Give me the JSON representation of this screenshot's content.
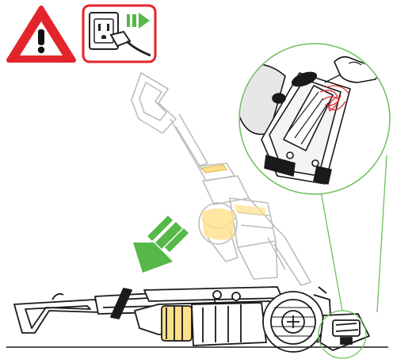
{
  "warnings": {
    "hazard_icon": "warning-triangle-icon",
    "unplug_icon": "unplug-from-outlet-icon"
  },
  "colors": {
    "warning_red": "#e3252b",
    "instruction_green": "#55b848",
    "line_dark": "#1a1a1a",
    "ghost_gray": "#bdbdbd",
    "canister_yellow": "#ffe08a",
    "callout_circle": "#6cbf5a"
  },
  "illustration": {
    "subject": "upright-vacuum-cleaner",
    "states": [
      "upright-ghost",
      "laid-flat"
    ],
    "callout": "brush-bar-detail-with-hair-tangle"
  }
}
